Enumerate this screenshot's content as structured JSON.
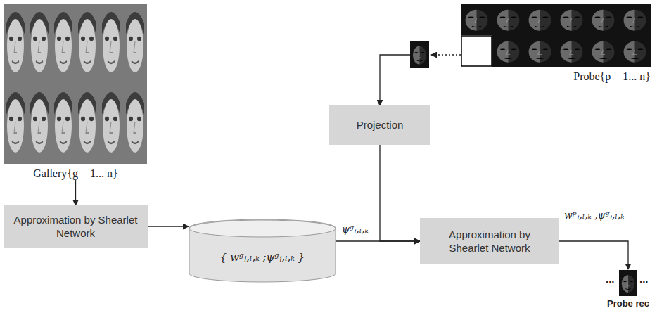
{
  "diagram": {
    "nodes": [
      {
        "text": [
          "Gallery{g = 1... n}"
        ]
      },
      {
        "text": [
          "Approximation by Shearlet Network"
        ]
      },
      {
        "text": [
          "{ wᵍⱼ,ₗ,ₖ ;ψᵍⱼ,ₗ,ₖ }"
        ]
      },
      {
        "text": [
          "Probe{p = 1... n}"
        ]
      },
      {
        "text": [
          "Projection"
        ]
      },
      {
        "text": [
          "Approximation by Shearlet Network"
        ]
      },
      {
        "text": [
          "Probe rec"
        ]
      }
    ],
    "edges": [
      {
        "from": 0,
        "to": 1,
        "arrow": "to"
      },
      {
        "from": 1,
        "to": 2,
        "arrow": "to"
      },
      {
        "from": 2,
        "to": 5,
        "label": "ψᵍⱼ,ₗ,ₖ",
        "arrow": "to"
      },
      {
        "from": 3,
        "to": 4,
        "arrow": "to"
      },
      {
        "from": 4,
        "to": 5,
        "arrow": "to"
      },
      {
        "from": 5,
        "to": 6,
        "label": "wᵖⱼ,ₗ,ₖ ,ψᵍⱼ,ₗ,ₖ",
        "arrow": "to"
      }
    ],
    "labels": [
      "...",
      "..."
    ]
  }
}
